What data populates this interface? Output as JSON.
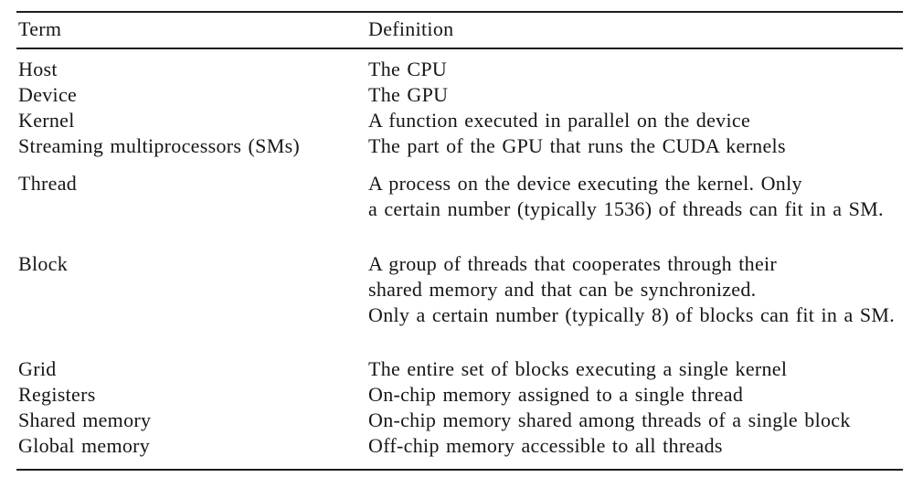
{
  "page": {
    "background_color": "#ffffff",
    "text_color": "#161616",
    "rule_color": "#1d1d1d"
  },
  "table": {
    "header": {
      "term": "Term",
      "definition": "Definition"
    },
    "groups": [
      {
        "rows": [
          {
            "term": "Host",
            "definition_lines": [
              "The CPU"
            ]
          },
          {
            "term": "Device",
            "definition_lines": [
              "The GPU"
            ]
          },
          {
            "term": "Kernel",
            "definition_lines": [
              "A function executed in parallel on the device"
            ]
          },
          {
            "term": "Streaming multiprocessors (SMs)",
            "definition_lines": [
              "The part of the GPU that runs the CUDA kernels"
            ]
          }
        ]
      },
      {
        "rows": [
          {
            "term": "Thread",
            "definition_lines": [
              "A process on the device executing the kernel. Only",
              "a certain number (typically 1536) of threads can fit in a SM."
            ]
          }
        ]
      },
      {
        "rows": [
          {
            "term": "Block",
            "definition_lines": [
              "A group of threads that cooperates through their",
              "shared memory and that can be synchronized.",
              "Only a certain number (typically 8) of blocks can fit in a SM."
            ]
          }
        ]
      },
      {
        "rows": [
          {
            "term": "Grid",
            "definition_lines": [
              "The entire set of blocks executing a single kernel"
            ]
          },
          {
            "term": "Registers",
            "definition_lines": [
              "On-chip memory assigned to a single thread"
            ]
          },
          {
            "term": "Shared memory",
            "definition_lines": [
              "On-chip memory shared among threads of a single block"
            ]
          },
          {
            "term": "Global memory",
            "definition_lines": [
              "Off-chip memory accessible to all threads"
            ]
          }
        ]
      }
    ]
  }
}
